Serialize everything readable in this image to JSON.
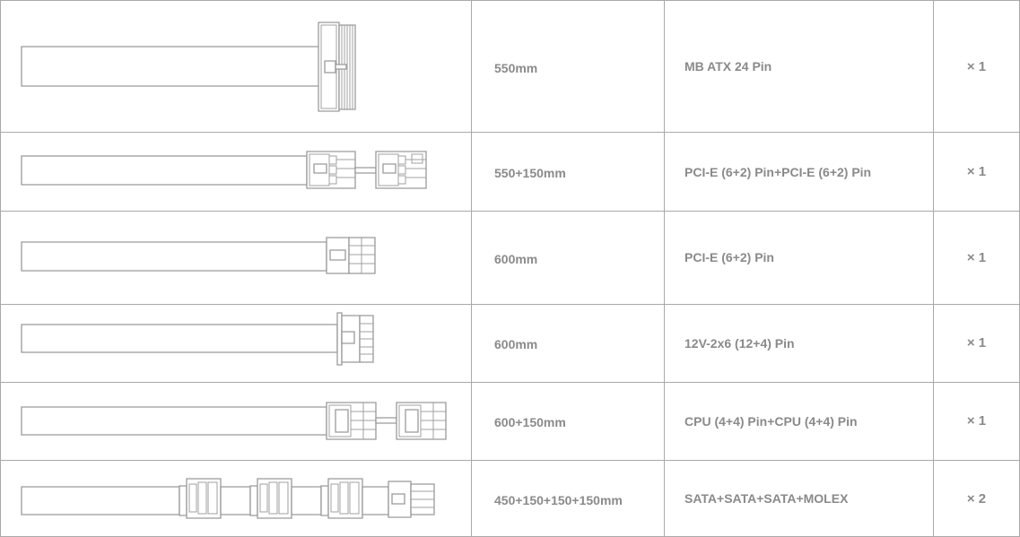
{
  "rows": [
    {
      "length": "550mm",
      "connector": "MB ATX 24 Pin",
      "quantity": "× 1"
    },
    {
      "length": "550+150mm",
      "connector": "PCI-E (6+2) Pin+PCI-E (6+2) Pin",
      "quantity": "× 1"
    },
    {
      "length": "600mm",
      "connector": "PCI-E (6+2) Pin",
      "quantity": "× 1"
    },
    {
      "length": "600mm",
      "connector": "12V-2x6 (12+4) Pin",
      "quantity": "× 1"
    },
    {
      "length": "600+150mm",
      "connector": "CPU (4+4) Pin+CPU (4+4) Pin",
      "quantity": "× 1"
    },
    {
      "length": "450+150+150+150mm",
      "connector": "SATA+SATA+SATA+MOLEX",
      "quantity": "× 2"
    }
  ]
}
